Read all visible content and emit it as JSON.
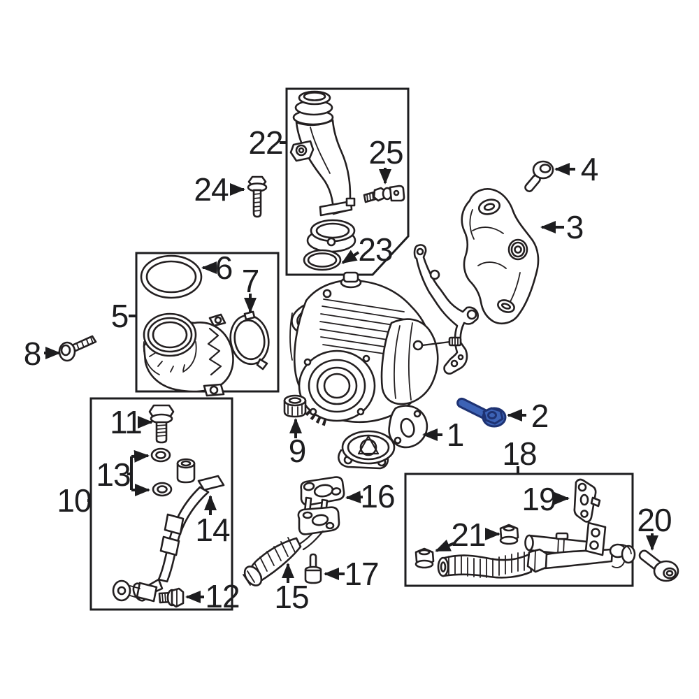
{
  "diagram": {
    "kind": "exploded-parts-diagram",
    "background_color": "#ffffff",
    "line_color": "#231f20",
    "highlight": {
      "part": "2",
      "fill_color": "#3d63b6",
      "outline_color": "#1e3272"
    },
    "labels": {
      "p1": "1",
      "p2": "2",
      "p3": "3",
      "p4": "4",
      "p5": "5",
      "p6": "6",
      "p7": "7",
      "p8": "8",
      "p9": "9",
      "p10": "10",
      "p11": "11",
      "p12": "12",
      "p13": "13",
      "p14": "14",
      "p15": "15",
      "p16": "16",
      "p17": "17",
      "p18": "18",
      "p19": "19",
      "p20": "20",
      "p21": "21",
      "p22": "22",
      "p23": "23",
      "p24": "24",
      "p25": "25"
    },
    "groups": [
      {
        "box_label": "22",
        "contains": [
          "23",
          "25"
        ]
      },
      {
        "box_label": "5",
        "contains": [
          "6",
          "7"
        ]
      },
      {
        "box_label": "10",
        "contains": [
          "11",
          "12",
          "13",
          "14"
        ]
      },
      {
        "box_label": "18",
        "contains": [
          "19",
          "21"
        ]
      }
    ]
  }
}
